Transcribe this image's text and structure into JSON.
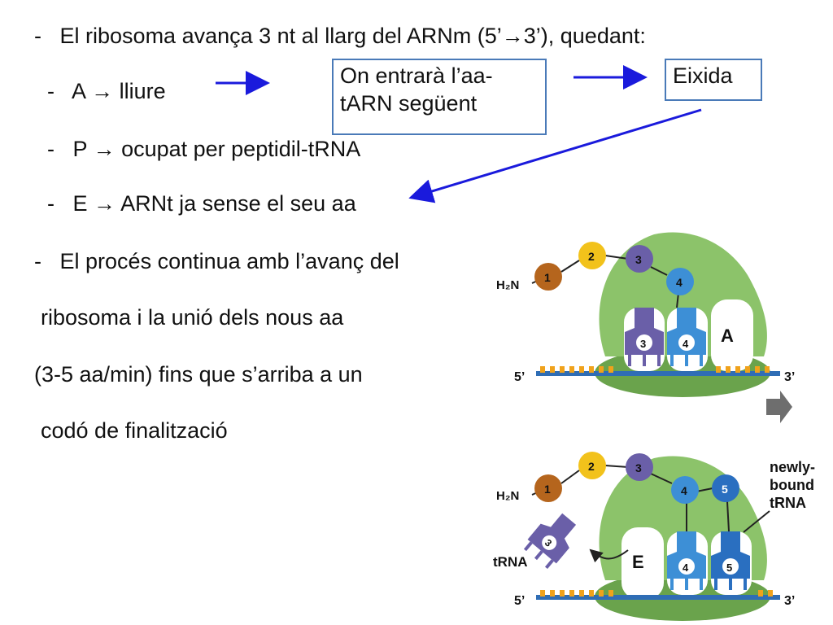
{
  "bullets": {
    "b1": {
      "dash": "-",
      "text_before": "El ribosoma avança 3 nt al llarg del ARNm (5’",
      "arrow": "→",
      "text_after": "3’), quedant:"
    },
    "b2": {
      "dash": "-",
      "site": "A",
      "arrow": "→",
      "text": "lliure"
    },
    "b3": {
      "dash": "-",
      "site": "P",
      "arrow": "→",
      "text": "ocupat per peptidil-tRNA"
    },
    "b4": {
      "dash": "-",
      "site": "E",
      "arrow": "→",
      "text": "ARNt ja sense el seu aa"
    },
    "b5": {
      "dash": "-",
      "text": "El procés continua amb l’avanç del"
    },
    "b6": {
      "text": "ribosoma i la unió dels nous aa"
    },
    "b7": {
      "text": "(3-5 aa/min)  fins que s’arriba a un"
    },
    "b8": {
      "text": "codó de finalització"
    }
  },
  "callouts": {
    "next_aa_trna": "On entrarà l’aa-tARN següent",
    "exit": "Eixida"
  },
  "figure": {
    "top": {
      "n_terminus": "H₂N",
      "amino_acids": [
        "1",
        "2",
        "3",
        "4"
      ],
      "trna_p": "3",
      "trna_a": "4",
      "site_label": "A",
      "five_prime": "5’",
      "three_prime": "3’"
    },
    "bottom": {
      "n_terminus": "H₂N",
      "amino_acids": [
        "1",
        "2",
        "3",
        "4",
        "5"
      ],
      "released_trna": "3",
      "trna_p": "4",
      "trna_a": "5",
      "site_label": "E",
      "trna_label": "tRNA",
      "newly_bound_label": [
        "newly-",
        "bound",
        "tRNA"
      ],
      "five_prime": "5’",
      "three_prime": "3’"
    }
  },
  "colors": {
    "ribosome": "#8cc36a",
    "ribosome_dark": "#6aa34c",
    "aa1": "#b5651d",
    "aa2": "#f2c21b",
    "aa3": "#6a5fa8",
    "aa4": "#3d8fd6",
    "aa5": "#2a6fc0",
    "callout_border": "#4a7ab8",
    "pointer_arrow": "#1a1adc",
    "mrna_blue": "#2f6db5"
  }
}
